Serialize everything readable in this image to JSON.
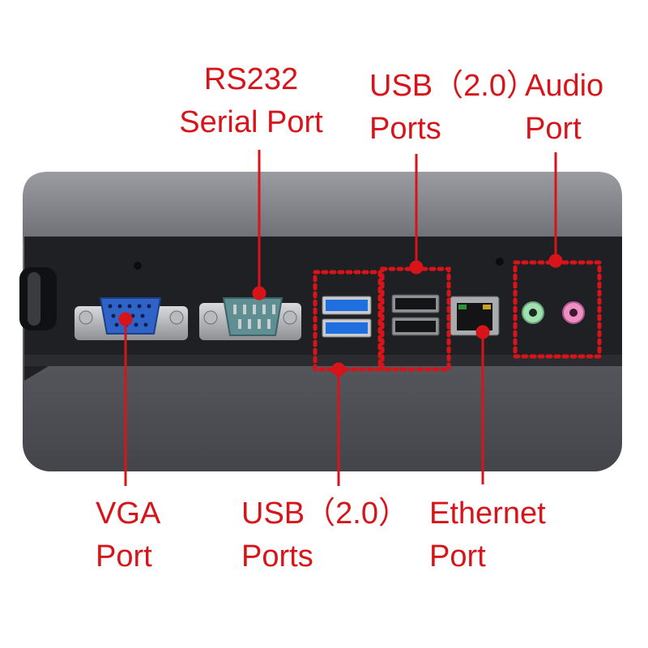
{
  "labels": {
    "rs232": {
      "line1": "RS232",
      "line2": "Serial Port"
    },
    "usb_top": {
      "line1": "USB（2.0）",
      "line2": "Ports"
    },
    "audio": {
      "line1": "Audio",
      "line2": "Port"
    },
    "vga": {
      "line1": "VGA",
      "line2": "Port"
    },
    "usb_bottom": {
      "line1": "USB（2.0）",
      "line2": "Ports"
    },
    "ethernet": {
      "line1": "Ethernet",
      "line2": "Port"
    }
  },
  "colors": {
    "annotation": "#d8141b",
    "panel": "#5f6167",
    "recess": "#202124",
    "vga_connector": "#2f63c8",
    "serial_connector": "#5f8f93",
    "usb_blue": "#1f6fe0",
    "audio_green": "#9fe0b0",
    "audio_pink": "#ee8fc4"
  }
}
